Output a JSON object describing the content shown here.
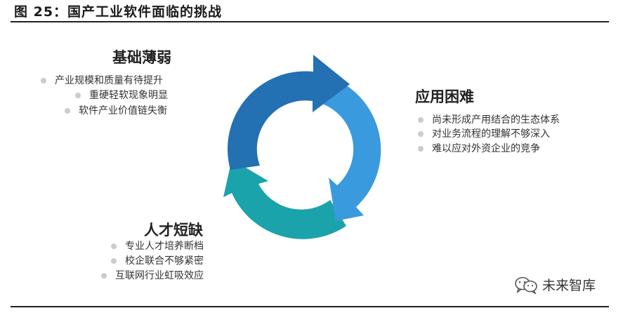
{
  "figure": {
    "title": "图 25：国产工业软件面临的挑战"
  },
  "sections": {
    "weak_foundation": {
      "title": "基础薄弱",
      "items": [
        "产业规模和质量有待提升",
        "重硬轻软现象明显",
        "软件产业价值链失衡"
      ]
    },
    "application_difficulty": {
      "title": "应用困难",
      "items": [
        "尚未形成产用结合的生态体系",
        "对业务流程的理解不够深入",
        "难以应对外资企业的竞争"
      ]
    },
    "talent_shortage": {
      "title": "人才短缺",
      "items": [
        "专业人才培养断档",
        "校企联合不够紧密",
        "互联网行业虹吸效应"
      ]
    }
  },
  "colors": {
    "arrow_dark_blue": "#2370b2",
    "arrow_light_blue": "#3a9ade",
    "arrow_teal": "#1ba3ac",
    "bullet_gray": "#cccccc"
  },
  "watermark": {
    "icon": "wechat-icon",
    "text": "未来智库"
  }
}
